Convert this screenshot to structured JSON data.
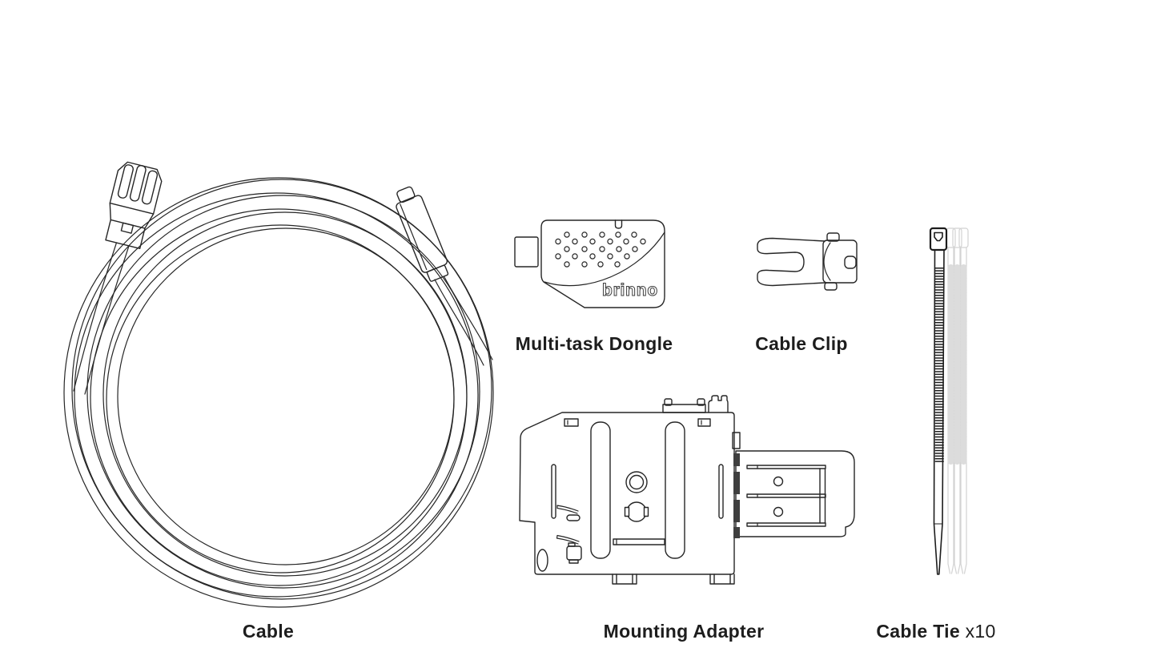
{
  "page": {
    "background": "#ffffff",
    "line_color": "#262626",
    "text_color": "#1d1d1d",
    "ghost_line_color": "#d2d2d2"
  },
  "items": {
    "cable": {
      "label": "Cable"
    },
    "dongle": {
      "label": "Multi-task Dongle",
      "logo_text": "brinno"
    },
    "clip": {
      "label": "Cable Clip"
    },
    "adapter": {
      "label": "Mounting Adapter"
    },
    "tie": {
      "label": "Cable Tie",
      "qty": "x10"
    }
  }
}
